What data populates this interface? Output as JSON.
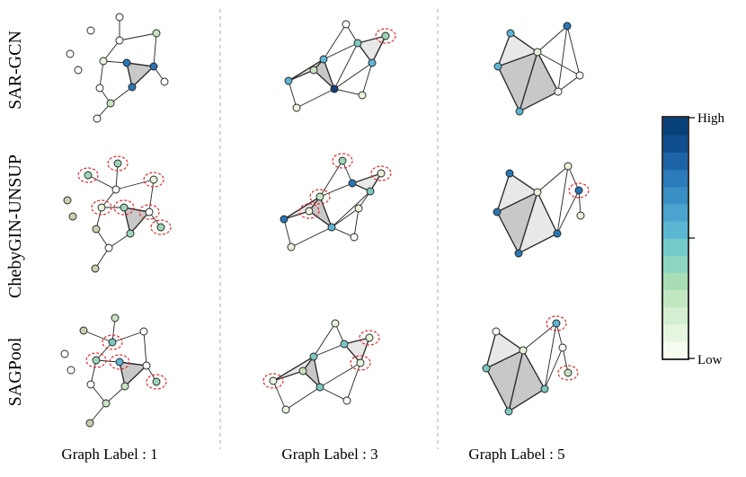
{
  "rows": [
    {
      "label": "SAR-GCN"
    },
    {
      "label": "ChebyGIN-UNSUP"
    },
    {
      "label": "SAGPool"
    }
  ],
  "columns": [
    {
      "label": "Graph Label : 1"
    },
    {
      "label": "Graph Label : 3"
    },
    {
      "label": "Graph Label : 5"
    }
  ],
  "colorbar": {
    "high_label": "High",
    "low_label": "Low",
    "colors": [
      "#f7fcf0",
      "#e5f5e0",
      "#d4eed1",
      "#c2e7c0",
      "#a8ddb5",
      "#8fd3c1",
      "#74c9c9",
      "#5bb6d3",
      "#4ba3cf",
      "#3a8fc4",
      "#2b7bba",
      "#1d64a6",
      "#0f4f90",
      "#08407a"
    ]
  },
  "palette": {
    "white": "#ffffff",
    "pale": "#e8f4dc",
    "lightgreen": "#c8e2c0",
    "olive": "#c9d0b0",
    "mint": "#9fd6b8",
    "teal": "#7cc7c0",
    "sky": "#5eb4d2",
    "mid": "#3f98c8",
    "blue": "#2a75b4",
    "navy": "#1a3d7a",
    "highlight": "#e8252a",
    "tri_light": "#e8e8e8",
    "tri_dark": "#c8c8c8"
  }
}
